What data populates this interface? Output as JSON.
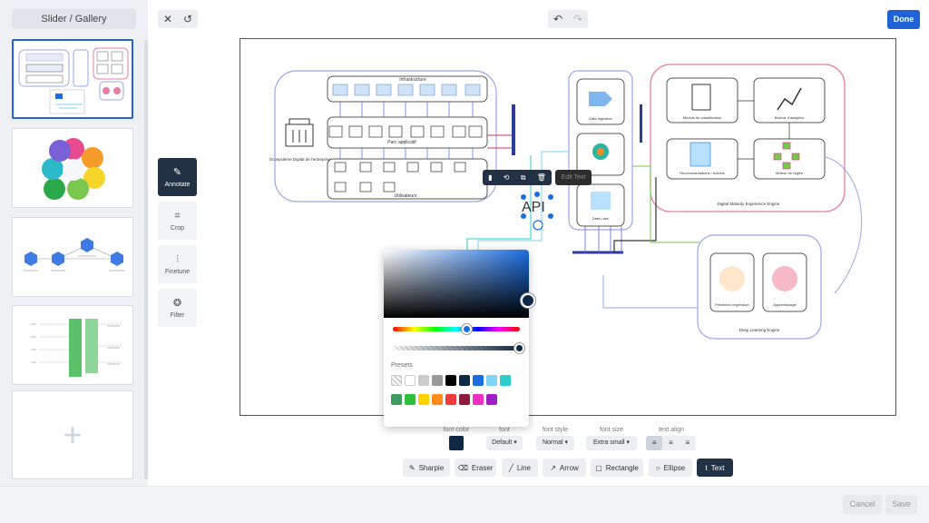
{
  "sidebar": {
    "title": "Slider / Gallery",
    "add_label": "+"
  },
  "toolbar": {
    "close_icon": "✕",
    "history_icon": "↺",
    "undo_icon": "↶",
    "redo_icon": "↷",
    "done_label": "Done"
  },
  "tools": [
    {
      "label": "Annotate",
      "icon": "✎"
    },
    {
      "label": "Crop",
      "icon": "⌗"
    },
    {
      "label": "Finetune",
      "icon": "⫶"
    },
    {
      "label": "Filter",
      "icon": "❂"
    }
  ],
  "diagram": {
    "infrastructure": "Infrastructure",
    "parc": "Parc applicatif",
    "utilisateurs": "Utilisateurs",
    "eco": "Écosystème Digital de l'entreprise",
    "ingestion": "Data Ingestion",
    "lake": "Data Lake",
    "classif": "Module de classification",
    "analytics": "Module d'analytics",
    "reco": "Recommandations / Actions",
    "moteur": "Moteur de règles",
    "dme": "Digital Maturity Experience Engine",
    "prediction": "Prédiction regression",
    "apprentissage": "Apprentissage",
    "dle": "Deep Learning Engine",
    "api": "API"
  },
  "text_toolbar": {
    "edit_label": "Edit Text"
  },
  "color_popup": {
    "presets_label": "Presets",
    "selected_color": "#0f2846",
    "swatches": [
      "transparent",
      "#ffffff",
      "#cccccc",
      "#999999",
      "#000000",
      "#0f2846",
      "#1a6de0",
      "#7fd3f7",
      "#2ccccc",
      "#3e9b5f",
      "#2fbf3b",
      "#ffd400",
      "#ff8c1a",
      "#ef3b3b",
      "#8b1a3b",
      "#f02fc2",
      "#a21ec4"
    ]
  },
  "props": {
    "font_color_label": "font color",
    "font_label": "font",
    "font_value": "Default ▾",
    "style_label": "font style",
    "style_value": "Normal ▾",
    "size_label": "font size",
    "size_value": "Extra small ▾",
    "align_label": "text align"
  },
  "annotate_tools": [
    {
      "label": "Sharpie",
      "icon": "✎"
    },
    {
      "label": "Eraser",
      "icon": "⌫"
    },
    {
      "label": "Line",
      "icon": "╱"
    },
    {
      "label": "Arrow",
      "icon": "↗"
    },
    {
      "label": "Rectangle",
      "icon": "▢"
    },
    {
      "label": "Ellipse",
      "icon": "○"
    },
    {
      "label": "Text",
      "icon": "t"
    }
  ],
  "footer": {
    "cancel_label": "Cancel",
    "save_label": "Save"
  }
}
